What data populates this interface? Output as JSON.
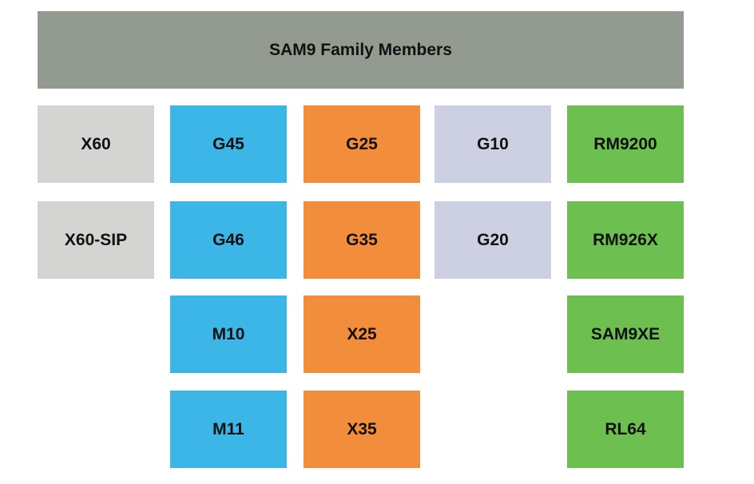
{
  "header": {
    "title": "SAM9 Family Members",
    "color": "#939a8f"
  },
  "columns": [
    {
      "color": "#d4d5d2",
      "items": [
        "X60",
        "X60-SIP"
      ]
    },
    {
      "color": "#3cb6e6",
      "items": [
        "G45",
        "G46",
        "M10",
        "M11"
      ]
    },
    {
      "color": "#f28d3c",
      "items": [
        "G25",
        "G35",
        "X25",
        "X35"
      ]
    },
    {
      "color": "#cdd0e2",
      "items": [
        "G10",
        "G20"
      ]
    },
    {
      "color": "#6dbf50",
      "items": [
        "RM9200",
        "RM926X",
        "SAM9XE",
        "RL64"
      ]
    }
  ]
}
